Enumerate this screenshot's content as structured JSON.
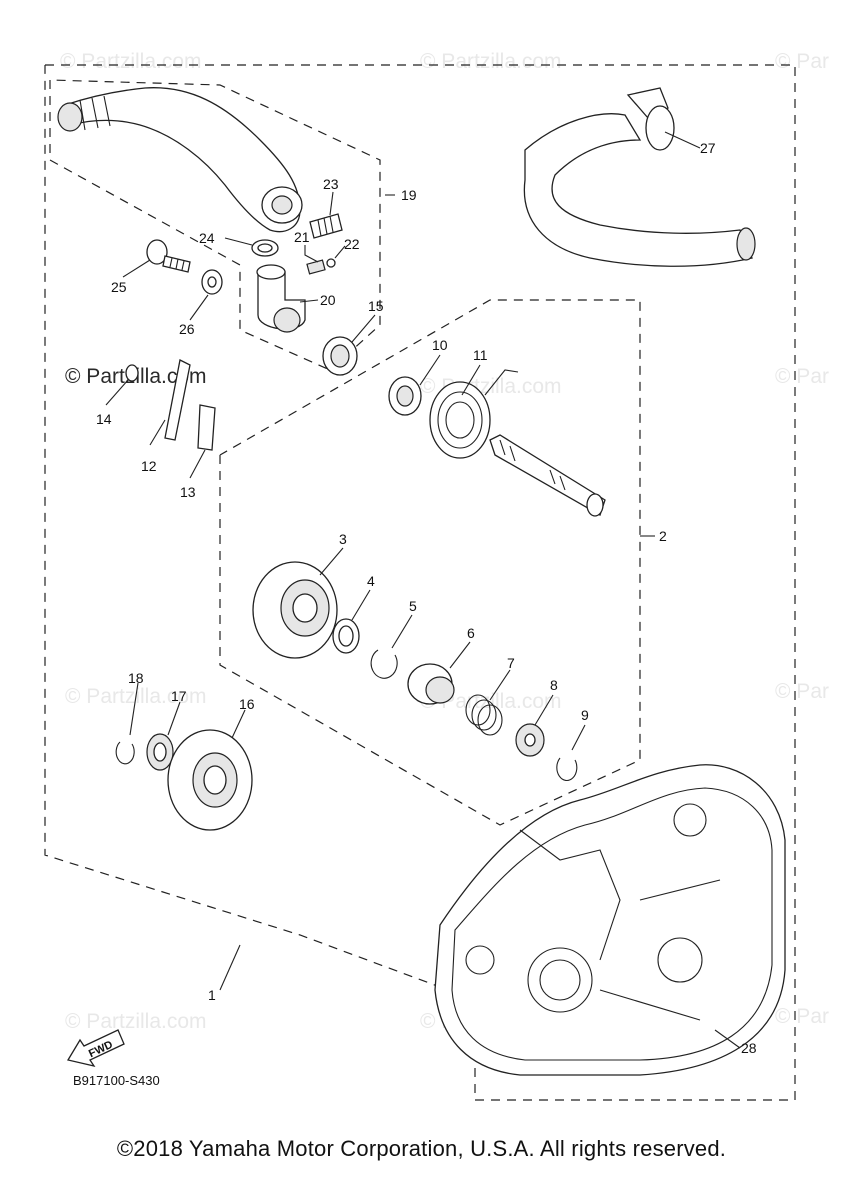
{
  "watermark": "© Partzilla.com",
  "watermark_short": "© Par",
  "callouts": [
    "1",
    "2",
    "3",
    "4",
    "5",
    "6",
    "7",
    "8",
    "9",
    "10",
    "11",
    "12",
    "13",
    "14",
    "15",
    "16",
    "17",
    "18",
    "19",
    "20",
    "21",
    "22",
    "23",
    "24",
    "25",
    "26",
    "27",
    "28"
  ],
  "fwd_label": "FWD",
  "diagram_code": "B917100-S430",
  "copyright": "©2018 Yamaha Motor Corporation, U.S.A. All rights reserved."
}
